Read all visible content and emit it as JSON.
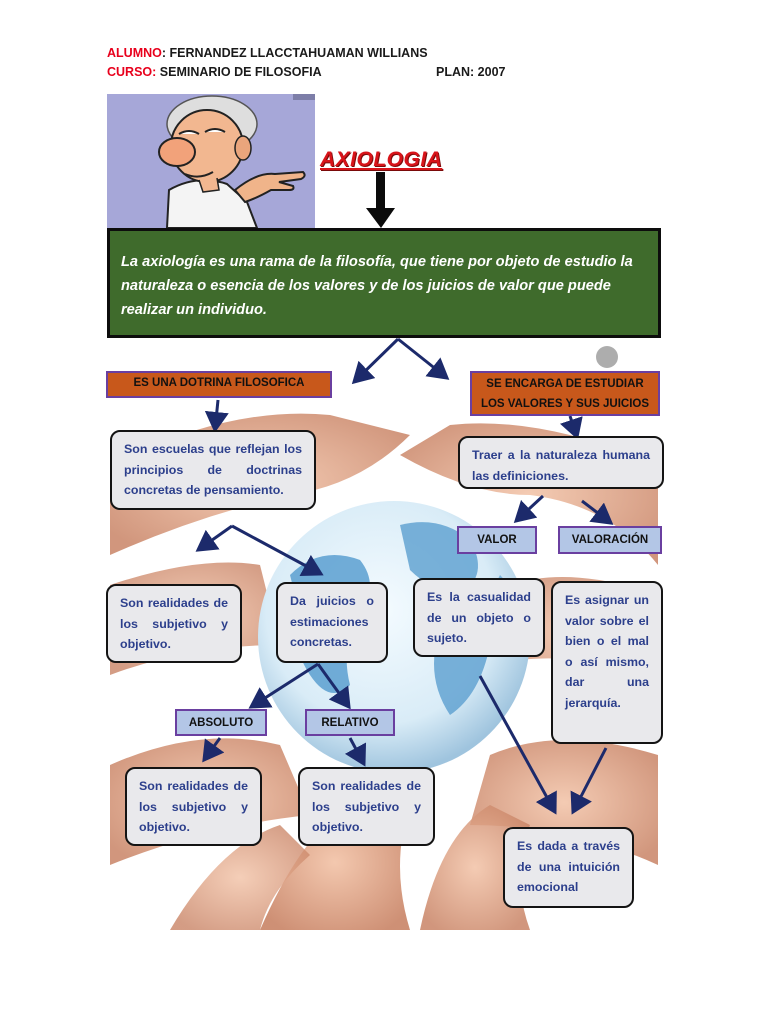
{
  "header": {
    "alumno_label": "ALUMNO",
    "alumno_value": ": FERNANDEZ LLACCTAHUAMAN WILLIANS",
    "curso_label": "CURSO:",
    "curso_value": " SEMINARIO DE FILOSOFIA",
    "plan": "PLAN: 2007"
  },
  "title": "AXIOLOGIA",
  "definition": "La axiología es una rama de la filosofía, que tiene por objeto de estudio la naturaleza o esencia de los valores y de los juicios de valor que puede realizar un individuo.",
  "left_branch": {
    "label": "ES UNA DOTRINA FILOSOFICA",
    "description": "Son escuelas que reflejan los principios de doctrinas concretas de pensamiento.",
    "sub_left": "Son realidades de los subjetivo y objetivo.",
    "sub_right": "Da juicios o estimaciones concretas.",
    "absoluto": {
      "label": "ABSOLUTO",
      "text": "Son realidades de los subjetivo y objetivo."
    },
    "relativo": {
      "label": "RELATIVO",
      "text": "Son realidades de los subjetivo y objetivo."
    }
  },
  "right_branch": {
    "label_line1": "SE ENCARGA DE ESTUDIAR",
    "label_line2": "LOS VALORES Y SUS JUICIOS",
    "description": "Traer a la naturaleza humana las definiciones.",
    "valor": {
      "label": "VALOR",
      "text": "Es la casualidad de un objeto o sujeto."
    },
    "valoracion": {
      "label": "VALORACIÓN",
      "text": "Es asignar un valor sobre el bien o el mal o así mismo, dar una jerarquía."
    },
    "bottom": "Es dada a través de una intuición emocional"
  },
  "colors": {
    "title_red": "#d8141a",
    "definition_green": "#3f6b2c",
    "orange_label": "#c8581b",
    "blue_label": "#b3c6e6",
    "arrow_navy": "#1c2a6b",
    "box_text_blue": "#2c3f8c"
  }
}
